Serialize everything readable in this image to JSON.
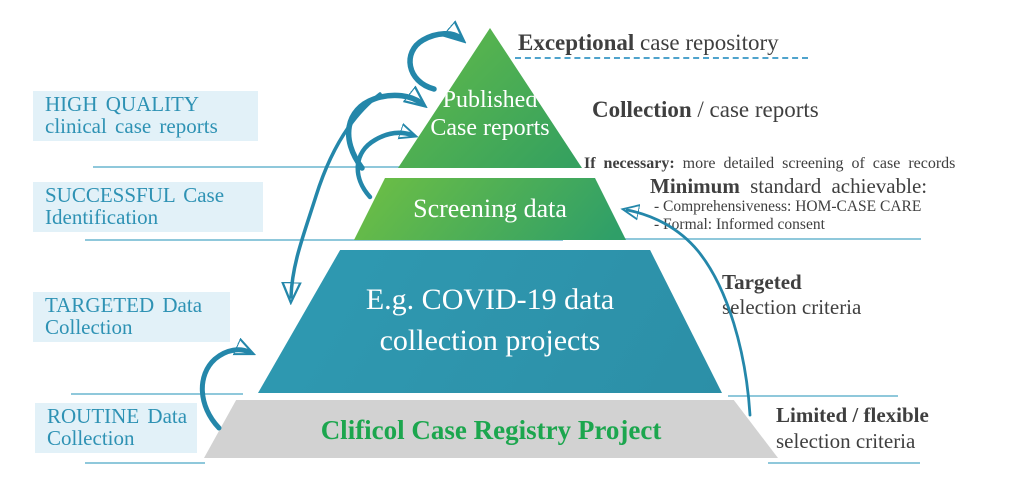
{
  "left_labels": [
    {
      "line1": "HIGH QUALITY",
      "line2": "clinical case reports"
    },
    {
      "line1": "SUCCESSFUL  Case",
      "line2": "Identification"
    },
    {
      "line1": "TARGETED  Data",
      "line2": "Collection"
    },
    {
      "line1": "ROUTINE  Data",
      "line2": "Collection"
    }
  ],
  "pyramid": {
    "level1": {
      "line1": "Published",
      "line2": "Case reports"
    },
    "level2": {
      "label": "Screening data"
    },
    "level3": {
      "line1": "E.g. COVID-19 data",
      "line2": "collection projects"
    },
    "level4": {
      "label": "Clificol Case Registry Project"
    }
  },
  "right_labels": {
    "exceptional": {
      "bold": "Exceptional",
      "rest": " case repository"
    },
    "collection": {
      "bold": "Collection",
      "rest": " / case reports"
    },
    "if_necessary": {
      "bold": "If necessary:",
      "rest": " more detailed screening of case records"
    },
    "minimum": {
      "bold": "Minimum",
      "rest": " standard achievable:"
    },
    "bullets": [
      "- Comprehensiveness: HOM-CASE CARE",
      "- Formal: Informed consent"
    ],
    "targeted": {
      "line1": "Targeted",
      "line2": "selection criteria"
    },
    "limited": {
      "line1": "Limited / flexible",
      "line2": "selection criteria"
    }
  },
  "colors": {
    "green_light": "#6CBE45",
    "green_dark": "#2F9F68",
    "teal": "#2E96AE",
    "gray": "#D2D2D2",
    "label_blue": "#2E92B4",
    "label_highlight": "#E2F1F8",
    "arrow_teal": "#2487AA",
    "separator_line": "#8FC8DB",
    "annotation_text": "#3F3F3F",
    "clificol_green": "#1CA64E"
  }
}
